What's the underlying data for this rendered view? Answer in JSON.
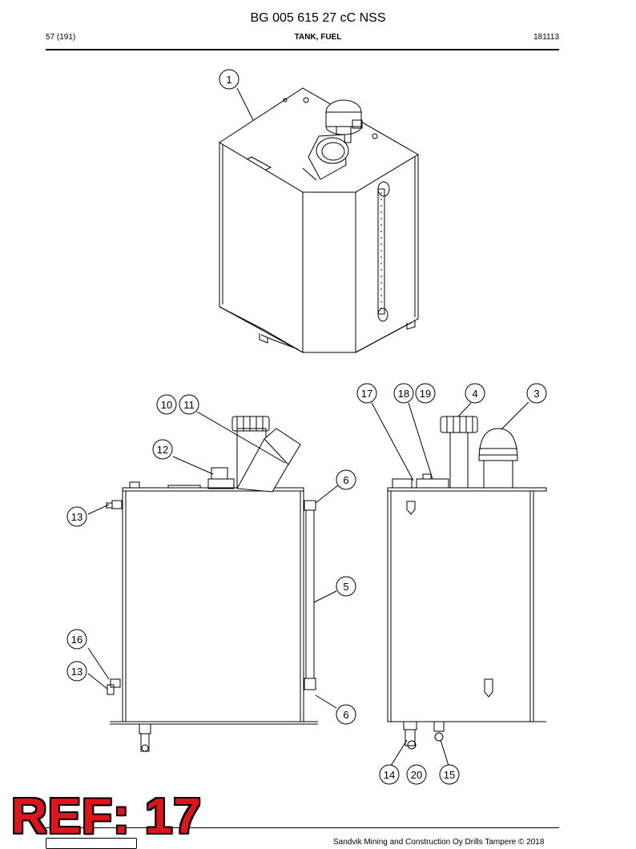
{
  "header": {
    "doc_title": "BG 005 615 27 cC NSS",
    "page": "57 (191)",
    "section": "TANK, FUEL",
    "code": "181113"
  },
  "callouts": {
    "c1": "1",
    "c10": "10",
    "c11": "11",
    "c12": "12",
    "c13a": "13",
    "c13b": "13",
    "c16": "16",
    "c6a": "6",
    "c5": "5",
    "c6b": "6",
    "c17": "17",
    "c18": "18",
    "c19": "19",
    "c4": "4",
    "c3": "3",
    "c14": "14",
    "c20": "20",
    "c15": "15"
  },
  "stamp": "REF: 17",
  "footer": {
    "copyright": "Sandvik Mining and Construction Oy Drills Tampere © 2018"
  },
  "icons": [
    "sandvik-logo-icon"
  ]
}
